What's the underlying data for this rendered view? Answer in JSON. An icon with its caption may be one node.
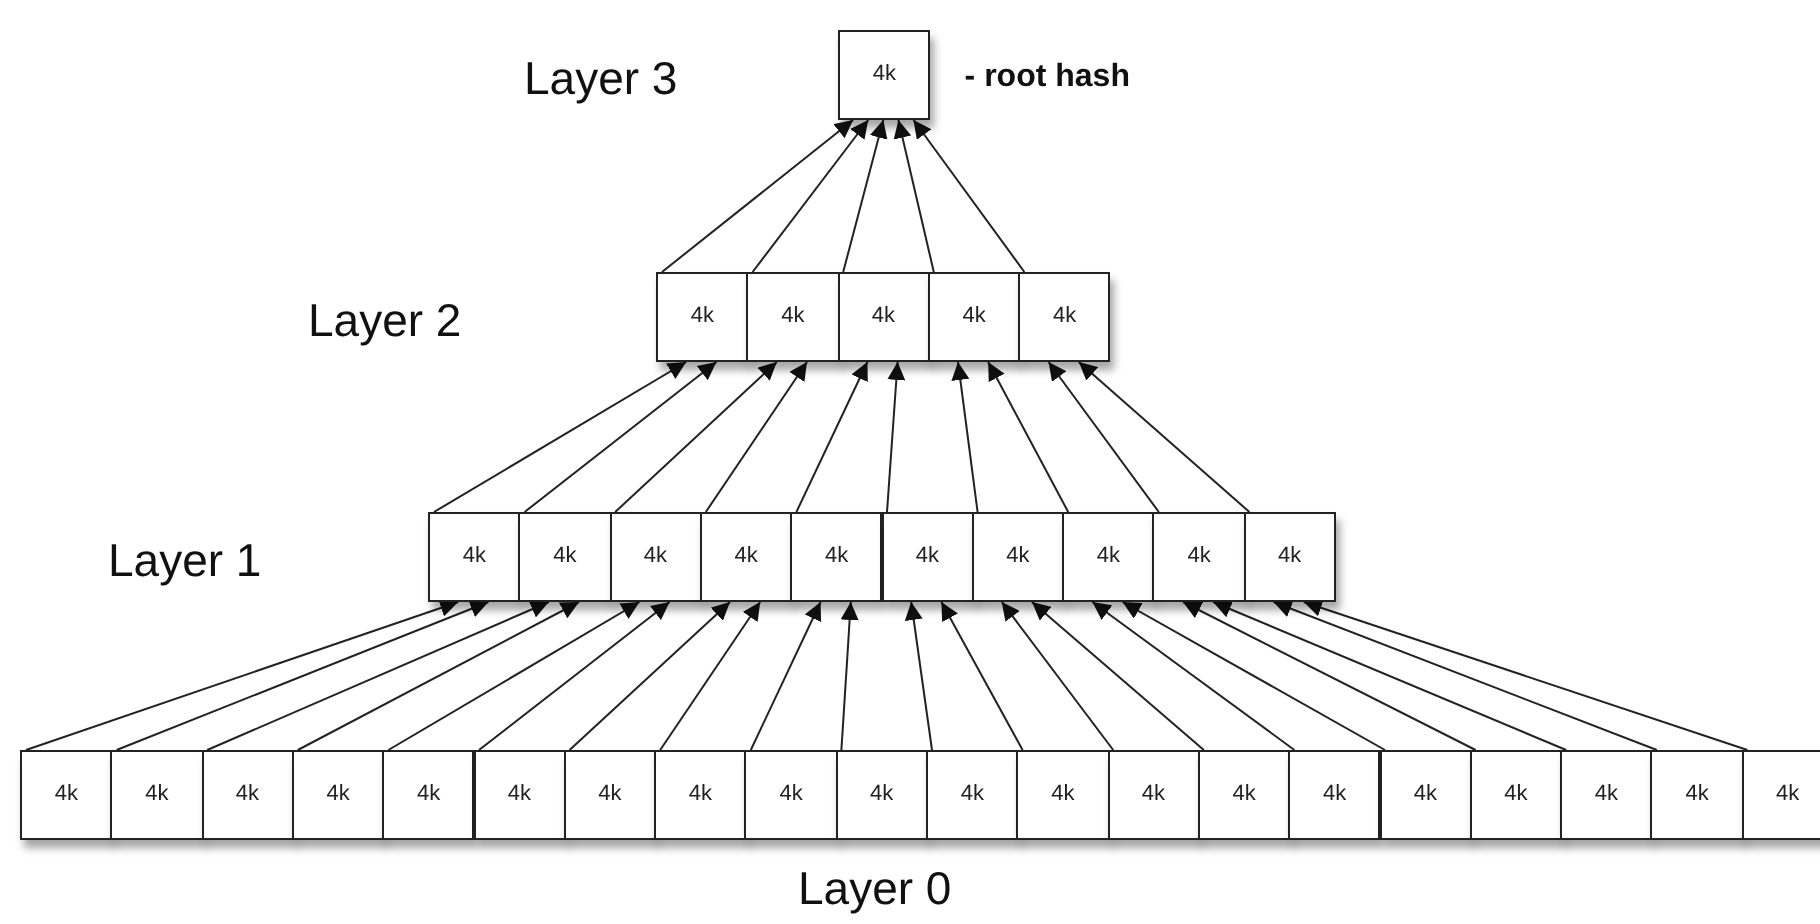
{
  "diagram": {
    "nodes": [
      {
        "text": [
          "4k"
        ],
        "beside": [
          "- root hash"
        ]
      },
      {
        "text": [
          "4k"
        ]
      },
      {
        "text": [
          "4k"
        ]
      },
      {
        "text": [
          "4k"
        ]
      },
      {
        "text": [
          "4k"
        ]
      },
      {
        "text": [
          "4k"
        ]
      },
      {
        "text": [
          "4k"
        ]
      },
      {
        "text": [
          "4k"
        ]
      },
      {
        "text": [
          "4k"
        ]
      },
      {
        "text": [
          "4k"
        ]
      },
      {
        "text": [
          "4k"
        ]
      },
      {
        "text": [
          "4k"
        ]
      },
      {
        "text": [
          "4k"
        ]
      },
      {
        "text": [
          "4k"
        ]
      },
      {
        "text": [
          "4k"
        ]
      },
      {
        "text": [
          "4k"
        ]
      },
      {
        "text": [
          "4k"
        ]
      },
      {
        "text": [
          "4k"
        ]
      },
      {
        "text": [
          "4k"
        ]
      },
      {
        "text": [
          "4k"
        ]
      },
      {
        "text": [
          "4k"
        ]
      },
      {
        "text": [
          "4k"
        ]
      },
      {
        "text": [
          "4k"
        ]
      },
      {
        "text": [
          "4k"
        ]
      },
      {
        "text": [
          "4k"
        ]
      },
      {
        "text": [
          "4k"
        ]
      },
      {
        "text": [
          "4k"
        ]
      },
      {
        "text": [
          "4k"
        ]
      },
      {
        "text": [
          "4k"
        ]
      },
      {
        "text": [
          "4k"
        ]
      },
      {
        "text": [
          "4k"
        ]
      },
      {
        "text": [
          "4k"
        ]
      },
      {
        "text": [
          "4k"
        ]
      },
      {
        "text": [
          "4k"
        ]
      },
      {
        "text": [
          "4k"
        ]
      },
      {
        "text": [
          "4k"
        ]
      }
    ],
    "edges": [
      {
        "from": 1,
        "to": 0,
        "arrow": "to"
      },
      {
        "from": 2,
        "to": 0,
        "arrow": "to"
      },
      {
        "from": 3,
        "to": 0,
        "arrow": "to"
      },
      {
        "from": 4,
        "to": 0,
        "arrow": "to"
      },
      {
        "from": 5,
        "to": 0,
        "arrow": "to"
      },
      {
        "from": 6,
        "to": 1,
        "arrow": "to"
      },
      {
        "from": 7,
        "to": 1,
        "arrow": "to"
      },
      {
        "from": 8,
        "to": 2,
        "arrow": "to"
      },
      {
        "from": 9,
        "to": 2,
        "arrow": "to"
      },
      {
        "from": 10,
        "to": 3,
        "arrow": "to"
      },
      {
        "from": 11,
        "to": 3,
        "arrow": "to"
      },
      {
        "from": 12,
        "to": 4,
        "arrow": "to"
      },
      {
        "from": 13,
        "to": 4,
        "arrow": "to"
      },
      {
        "from": 14,
        "to": 5,
        "arrow": "to"
      },
      {
        "from": 15,
        "to": 5,
        "arrow": "to"
      },
      {
        "from": 16,
        "to": 6,
        "arrow": "to"
      },
      {
        "from": 17,
        "to": 6,
        "arrow": "to"
      },
      {
        "from": 18,
        "to": 7,
        "arrow": "to"
      },
      {
        "from": 19,
        "to": 7,
        "arrow": "to"
      },
      {
        "from": 20,
        "to": 8,
        "arrow": "to"
      },
      {
        "from": 21,
        "to": 8,
        "arrow": "to"
      },
      {
        "from": 22,
        "to": 9,
        "arrow": "to"
      },
      {
        "from": 23,
        "to": 9,
        "arrow": "to"
      },
      {
        "from": 24,
        "to": 10,
        "arrow": "to"
      },
      {
        "from": 25,
        "to": 10,
        "arrow": "to"
      },
      {
        "from": 26,
        "to": 11,
        "arrow": "to"
      },
      {
        "from": 27,
        "to": 11,
        "arrow": "to"
      },
      {
        "from": 28,
        "to": 12,
        "arrow": "to"
      },
      {
        "from": 29,
        "to": 12,
        "arrow": "to"
      },
      {
        "from": 30,
        "to": 13,
        "arrow": "to"
      },
      {
        "from": 31,
        "to": 13,
        "arrow": "to"
      },
      {
        "from": 32,
        "to": 14,
        "arrow": "to"
      },
      {
        "from": 33,
        "to": 14,
        "arrow": "to"
      },
      {
        "from": 34,
        "to": 15,
        "arrow": "to"
      },
      {
        "from": 35,
        "to": 15,
        "arrow": "to"
      }
    ],
    "labels": [
      "Layer 3",
      "Layer 2",
      "Layer 1",
      "Layer 0"
    ]
  }
}
